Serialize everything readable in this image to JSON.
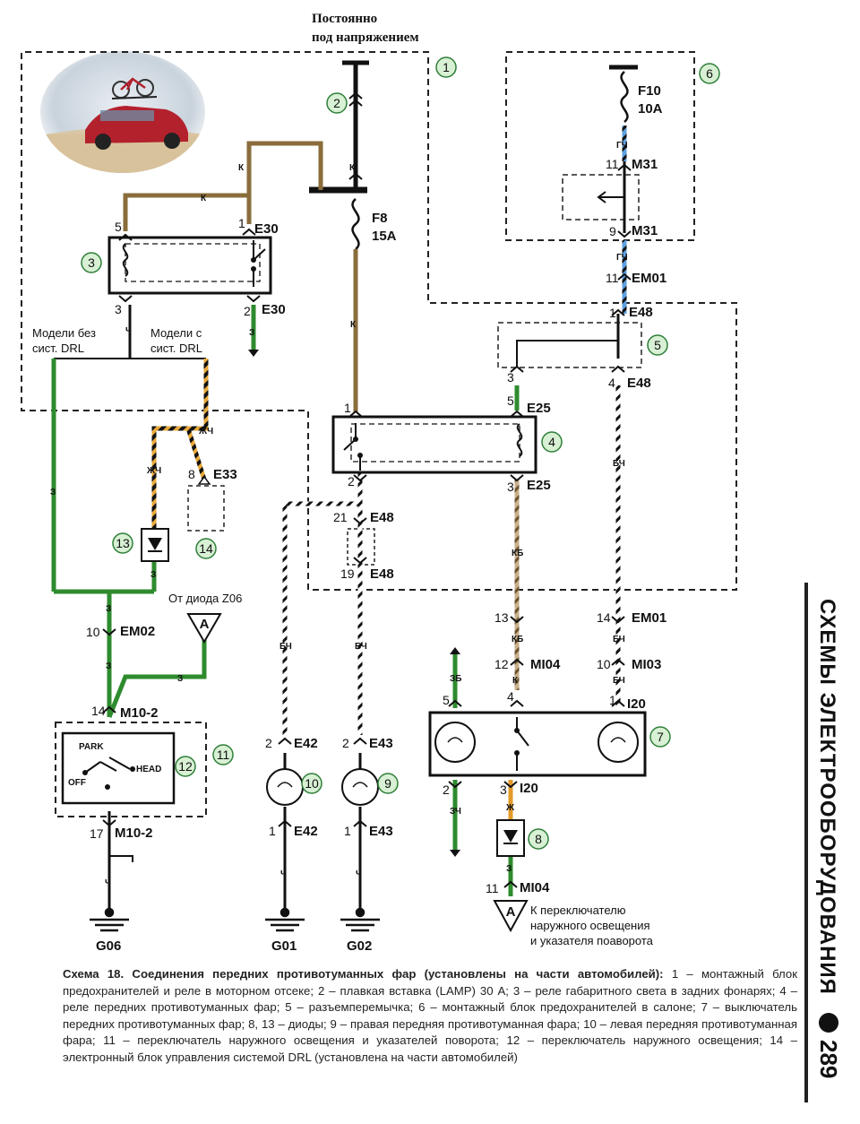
{
  "header": {
    "line1": "Постоянно",
    "line2": "под напряжением"
  },
  "blocks": {
    "b1": "1",
    "b2": "2",
    "b3": "3",
    "b4": "4",
    "b5": "5",
    "b6": "6",
    "b7": "7",
    "b8": "8",
    "b9": "9",
    "b10": "10",
    "b11": "11",
    "b12": "12",
    "b13": "13",
    "b14": "14"
  },
  "fuses": {
    "f8_name": "F8",
    "f8_rating": "15A",
    "f10_name": "F10",
    "f10_rating": "10A"
  },
  "connectors": {
    "e30": "E30",
    "e25": "E25",
    "e48": "E48",
    "e33": "E33",
    "m31": "M31",
    "em01": "EM01",
    "em02": "EM02",
    "m10_2": "M10-2",
    "e42": "E42",
    "e43": "E43",
    "mi04": "MI04",
    "mi03": "MI03",
    "i20": "I20"
  },
  "pins": {
    "p1": "1",
    "p2": "2",
    "p3": "3",
    "p4": "4",
    "p5": "5",
    "p8": "8",
    "p9": "9",
    "p10": "10",
    "p11": "11",
    "p12": "12",
    "p13": "13",
    "p14": "14",
    "p17": "17",
    "p19": "19",
    "p21": "21"
  },
  "wire_colors": {
    "k": "К",
    "ch": "Ч",
    "z": "З",
    "zhch": "ЖЧ",
    "bch": "БЧ",
    "kb": "КБ",
    "gch": "ГЧ",
    "zb": "ЗБ",
    "zch": "ЗЧ",
    "zh": "Ж"
  },
  "notes": {
    "models_without_1": "Модели без",
    "models_without_2": "сист. DRL",
    "models_with_1": "Модели с",
    "models_with_2": "сист. DRL",
    "from_diode": "От диода Z06",
    "to_switch_1": "К переключателю",
    "to_switch_2": "наружного освещения",
    "to_switch_3": "и указателя поаворота"
  },
  "switch_labels": {
    "park": "PARK",
    "head": "HEAD",
    "off": "OFF"
  },
  "terminal_a": "A",
  "grounds": {
    "g06": "G06",
    "g01": "G01",
    "g02": "G02"
  },
  "side": {
    "title": "СХЕМЫ ЭЛЕКТРООБОРУДОВАНИЯ",
    "page": "289"
  },
  "caption": {
    "title": "Схема 18. Соединения передних противотуманных фар (установлены на  части автомобилей):",
    "body": " 1 – монтажный блок предохранителей и  реле в  моторном отсеке; 2 – плавкая вставка (LAMP) 30  А; 3 – реле габаритного света в  задних фонарях; 4 – реле передних противотуманных фар; 5 – разъемперемычка; 6 – монтажный блок предохранителей в  салоне; 7 – выключатель передних противотуманных фар; 8, 13 – диоды; 9 – правая передняя противотуманная фара; 10 – левая передняя противотуманная фара; 11 – переключатель наружного освещения и  указателей поворота; 12 – переключатель наружного освещения; 14 – электронный блок управления системой DRL (установлена на  части автомобилей)"
  },
  "colors": {
    "brown": "#8a6d3b",
    "green": "#2e8b2e",
    "orange": "#e39a2a",
    "blue": "#3a7fd0",
    "black": "#111111",
    "circle_fill": "#d8f0d4",
    "circle_stroke": "#2f7f3a"
  }
}
